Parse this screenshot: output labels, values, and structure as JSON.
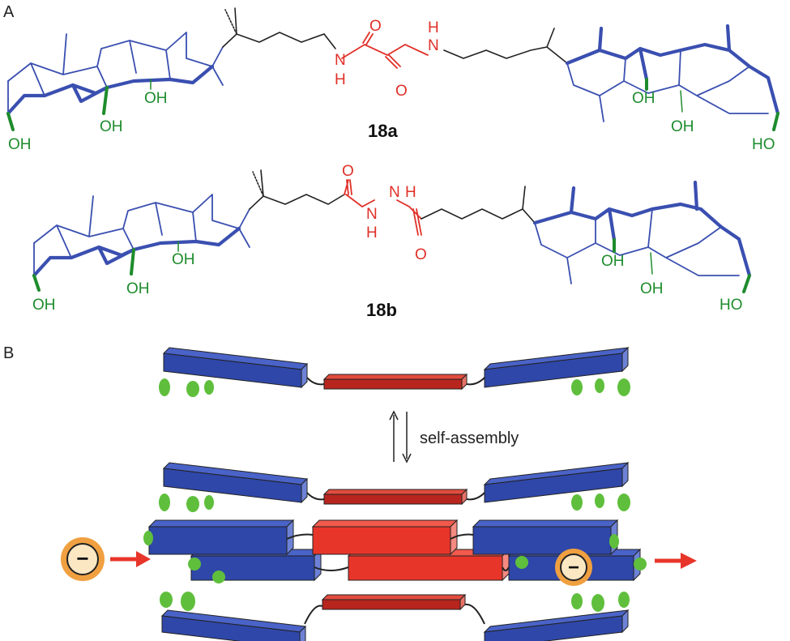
{
  "panel_a": {
    "label": "A"
  },
  "panel_b": {
    "label": "B"
  },
  "compound_18a": {
    "label": "18a",
    "nh_left": "N",
    "h_left": "H",
    "nh_right": "N",
    "h_right": "H",
    "o_top": "O",
    "o_bottom": "O"
  },
  "compound_18b": {
    "label": "18b",
    "n_top": "N",
    "h_top": "H",
    "n_bottom": "N",
    "h_bottom": "H",
    "o_top": "O",
    "o_bottom": "O"
  },
  "hydroxyl": "OH",
  "hydroxyl_rev": "HO",
  "arrow_label": "self-assembly",
  "anion_symbol": "−",
  "colors": {
    "steroid_blue": "#3a4fb0",
    "linker_red": "#e03028",
    "hydroxyl_green": "#1e8c2d",
    "bead_green": "#5fbf3c",
    "anion_orange": "#f0a040",
    "transport_arrow": "#e8352a"
  }
}
